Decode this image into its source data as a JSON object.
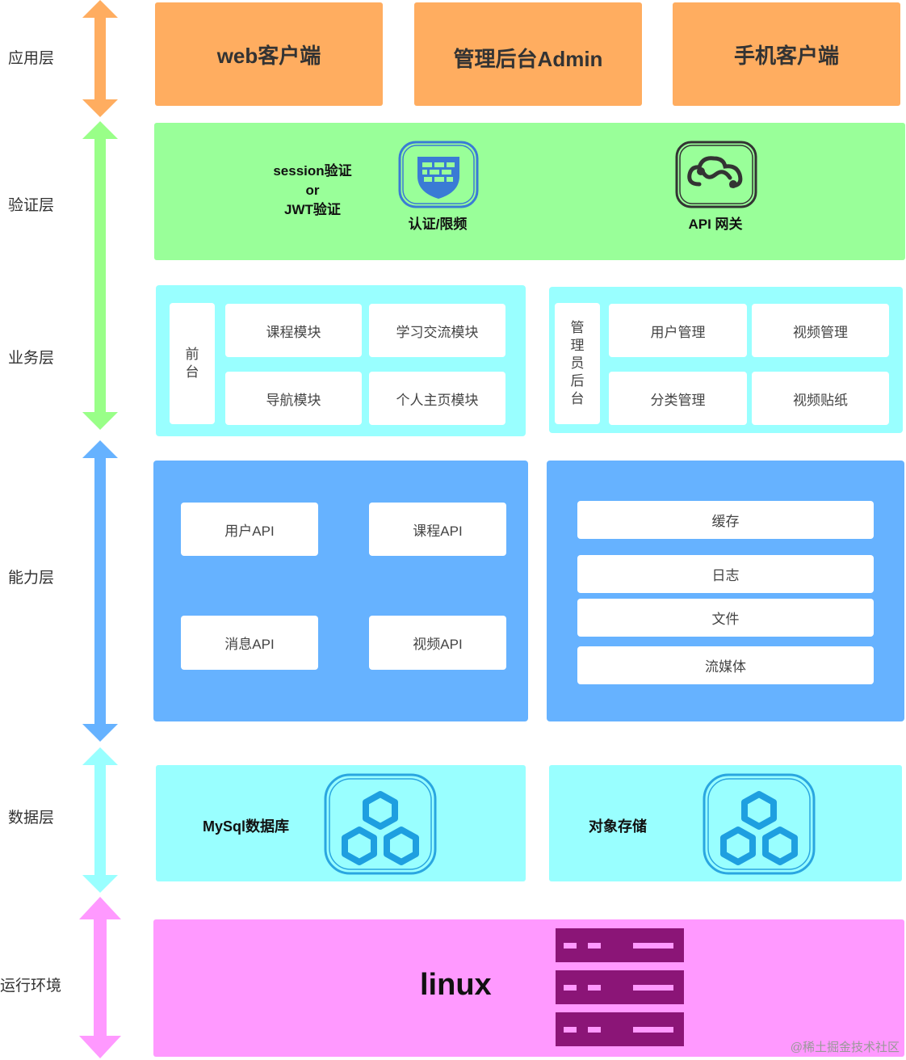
{
  "layers": {
    "app": "应用层",
    "auth": "验证层",
    "business": "业务层",
    "capability": "能力层",
    "data": "数据层",
    "runtime": "运行环境"
  },
  "app_layer": {
    "web": "web客户端",
    "admin": "管理后台Admin",
    "mobile": "手机客户端"
  },
  "auth_layer": {
    "line1": "session验证",
    "line2": "or",
    "line3": "JWT验证",
    "auth_label": "认证/限频",
    "gateway_label": "API 网关"
  },
  "business_layer": {
    "front": {
      "side": [
        "前",
        "台"
      ],
      "modules": [
        "课程模块",
        "学习交流模块",
        "导航模块",
        "个人主页模块"
      ]
    },
    "admin": {
      "side": [
        "管",
        "理",
        "员",
        "后",
        "台"
      ],
      "modules": [
        "用户管理",
        "视频管理",
        "分类管理",
        "视频贴纸"
      ]
    }
  },
  "capability_layer": {
    "apis": [
      "用户API",
      "课程API",
      "消息API",
      "视频API"
    ],
    "services": [
      "缓存",
      "日志",
      "文件",
      "流媒体"
    ]
  },
  "data_layer": {
    "mysql": "MySql数据库",
    "object_storage": "对象存储"
  },
  "runtime_layer": {
    "os": "linux"
  },
  "watermark": "@稀土掘金技术社区",
  "colors": {
    "app": "#ffad60",
    "auth": "#99ff99",
    "business": "#99ffff",
    "capability": "#66b2ff",
    "data": "#99ffff",
    "runtime": "#ff99ff",
    "server": "#8b1577"
  },
  "icons": [
    "shield-firewall-icon",
    "api-gateway-icon",
    "database-hex-icon",
    "storage-hex-icon",
    "server-rack-icon"
  ]
}
